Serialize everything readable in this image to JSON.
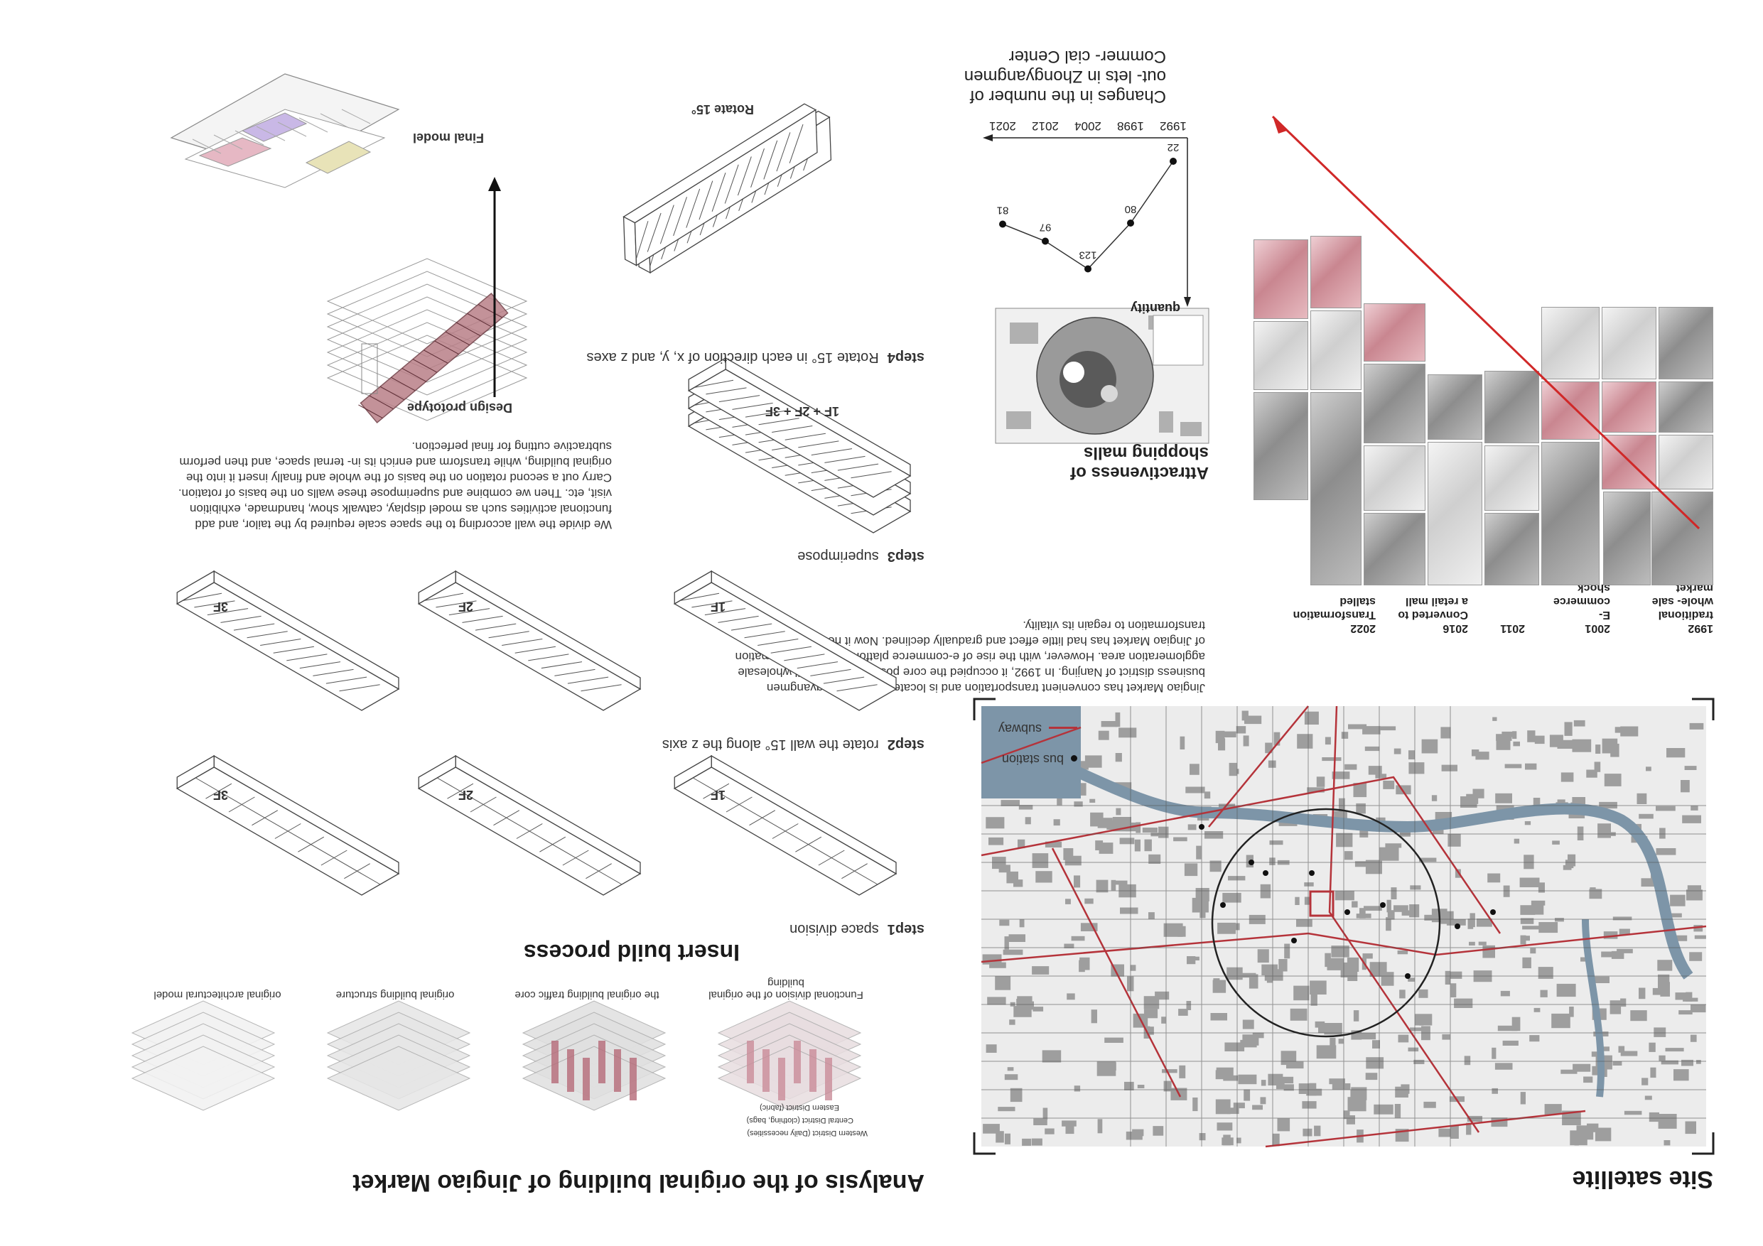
{
  "site": {
    "title": "Site satellite",
    "legend": {
      "bus_station": "bus station",
      "subway": "subway"
    }
  },
  "intro": {
    "text": "Jingiao Market has convenient transportation and is located in the Zhongyangmen business district of Nanjing. In 1992, it occupied the core position of the retail wholesale agglomeration area. However, with the rise of e-commerce platforms, the transformation of Jingiao Market has had little effect and gradually declined. Now it needs a new transformation to regain its vitality."
  },
  "milestones": [
    {
      "year": "1992",
      "label": "traditional whole- sale market"
    },
    {
      "year": "2001",
      "label": "E-commerce shock"
    },
    {
      "year": "2011",
      "label": ""
    },
    {
      "year": "2016",
      "label": "Converted to a retail mall"
    },
    {
      "year": "2022",
      "label": "Transformation stalled"
    }
  ],
  "attractiveness": {
    "title": "Attractiveness of shopping malls"
  },
  "chart_data": {
    "type": "line",
    "title": "Changes in the number of out- lets in Zhongyangmen Commer- cial Center",
    "ylabel": "quantity",
    "x": [
      "1992",
      "1998",
      "2004",
      "2012",
      "2021"
    ],
    "values": [
      22,
      80,
      123,
      97,
      81
    ],
    "data_labels": [
      "22",
      "80",
      "123",
      "97",
      "81"
    ],
    "ylim": [
      0,
      140
    ]
  },
  "analysis": {
    "title": "Analysis of the original building of Jingiao Market",
    "models": [
      {
        "caption": "original architectural model"
      },
      {
        "caption": "original building structure"
      },
      {
        "caption": "the original building traffic core"
      },
      {
        "caption": "Functional division of the original building"
      }
    ],
    "districts": [
      "Western District (Daily necessities)",
      "Central District (clothing, bags)",
      "Eastern District (fabric)"
    ]
  },
  "insert": {
    "title": "Insert build process",
    "step1": {
      "label": "step1",
      "text": "space division"
    },
    "step2": {
      "label": "step2",
      "text": "rotate the wall 15° along the z axis"
    },
    "step3": {
      "label": "step3",
      "text": "superimpose"
    },
    "step4": {
      "label": "step4",
      "text": "Rotate 15° in each direction of x, y, and z axes"
    },
    "floors": [
      "1F",
      "2F",
      "3F"
    ],
    "combined": "1F + 2F + 3F",
    "rotate": "Rotate 15°",
    "description": "We divide the wall according to the space scale required by the tailor, and add functional activities such as model display, catwalk show, handmade, exhibition visit, etc. Then we combine and superimpose these walls on the basis of rotation. Carry out a second rotation on the basis of the whole and finally insert it into the original building, while transform and enrich its in- ternal space, and then perform subtractive cutting for final perfection.",
    "design_prototype": "Design prototype",
    "final_model": "Final model"
  },
  "colors": {
    "accent": "#b5333a",
    "pink": "#d8a0a8",
    "river": "#7d95a8"
  }
}
